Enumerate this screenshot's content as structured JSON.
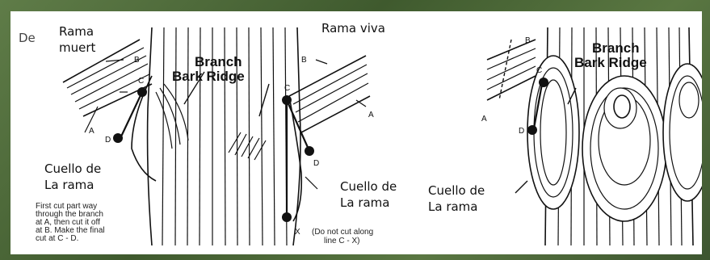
{
  "labels": {
    "de": "De",
    "rama_muerta_line1": "Rama",
    "rama_muerta_line2": "muert",
    "rama_viva": "Rama viva",
    "cuello_left_line1": "Cuello de",
    "cuello_left_line2": "La rama",
    "cuello_mid_line1": "Cuello de",
    "cuello_mid_line2": "La rama",
    "cuello_right_line1": "Cuello de",
    "cuello_right_line2": "La rama",
    "branch_bark_ridge_left_1": "Branch",
    "branch_bark_ridge_left_2": "Bark Ridge",
    "branch_bark_ridge_right_1": "Branch",
    "branch_bark_ridge_right_2": "Bark Ridge"
  },
  "instructions": {
    "line1": "First cut part way",
    "line2": "through the branch",
    "line3": "at A, then cut it off",
    "line4": "at B. Make the final",
    "line5": "cut at C - D."
  },
  "warning": {
    "line1": "(Do not cut along",
    "line2": "line C - X)"
  },
  "letters": {
    "a": "A",
    "b": "B",
    "c": "C",
    "d": "D",
    "x": "X"
  },
  "colors": {
    "frame": "#4f6b3a",
    "panel": "#ffffff",
    "ink": "#111111"
  }
}
